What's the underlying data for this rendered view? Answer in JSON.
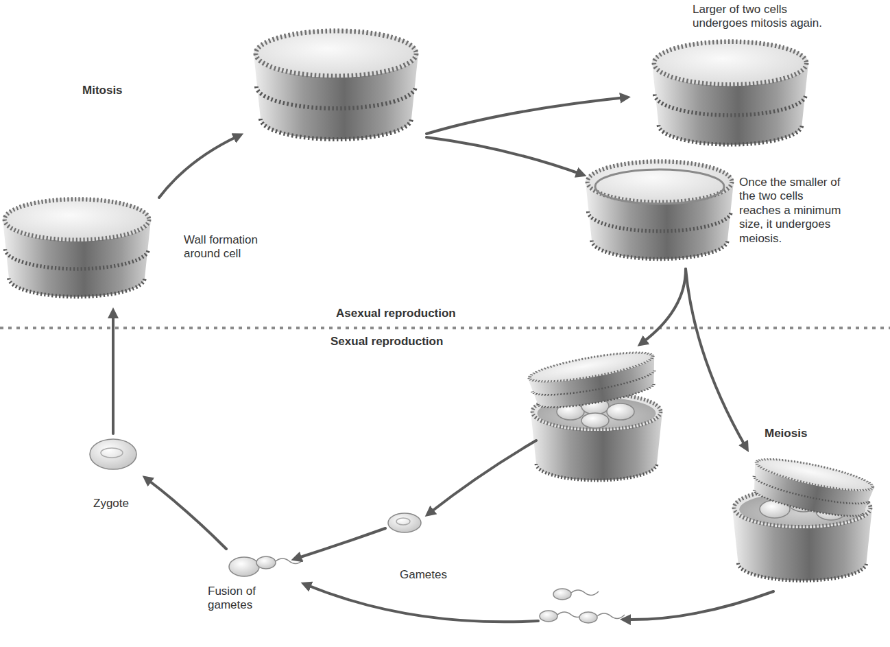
{
  "diagram": {
    "labels": [
      "Mitosis",
      "Larger of two cells undergoes mitosis again.",
      "Wall formation around cell",
      "Once the smaller of the two cells reaches a minimum size, it undergoes meiosis.",
      "Asexual reproduction",
      "Sexual reproduction",
      "Meiosis",
      "Zygote",
      "Gametes",
      "Fusion of gametes"
    ]
  }
}
